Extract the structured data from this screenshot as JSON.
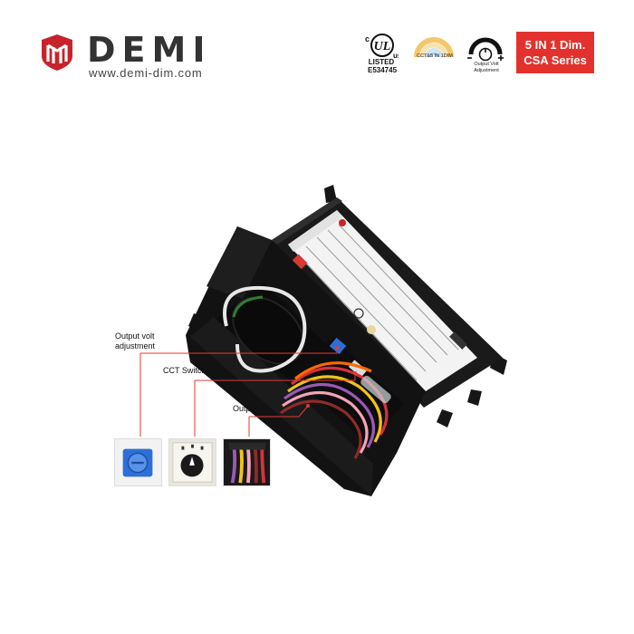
{
  "header": {
    "brand_name": "DEMI",
    "brand_url": "www.demi-dim.com",
    "logo_icon": "demi-shield-logo",
    "cert": {
      "listed_label": "LISTED",
      "file_no": "E534745"
    },
    "cct_badge": {
      "caption": "CCT&5 IN 1DIM"
    },
    "output_volt_badge": {
      "caption": "Output Volt Adjustment"
    },
    "series_badge": {
      "line1": "5 IN 1 Dim.",
      "line2": "CSA Series",
      "color": "#e3322d"
    }
  },
  "callouts": [
    {
      "id": "output-volt",
      "label": "Output volt adjustment"
    },
    {
      "id": "cct",
      "label": "CCT Switchable"
    },
    {
      "id": "output",
      "label": "Output"
    }
  ],
  "colors": {
    "brand_red": "#c8232c",
    "callout_line": "#e53935",
    "housing": "#141414"
  }
}
